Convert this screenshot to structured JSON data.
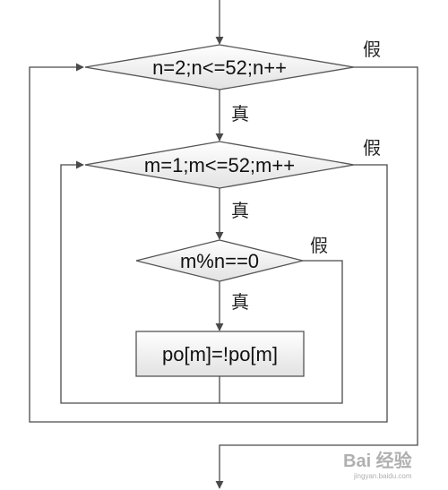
{
  "nodes": {
    "outer_loop": "n=2;n<=52;n++",
    "inner_loop": "m=1;m<=52;m++",
    "condition": "m%n==0",
    "action": "po[m]=!po[m]"
  },
  "labels": {
    "true": "真",
    "false": "假"
  },
  "watermark": {
    "main": "Bai 经验",
    "sub": "jingyan.baidu.com"
  }
}
